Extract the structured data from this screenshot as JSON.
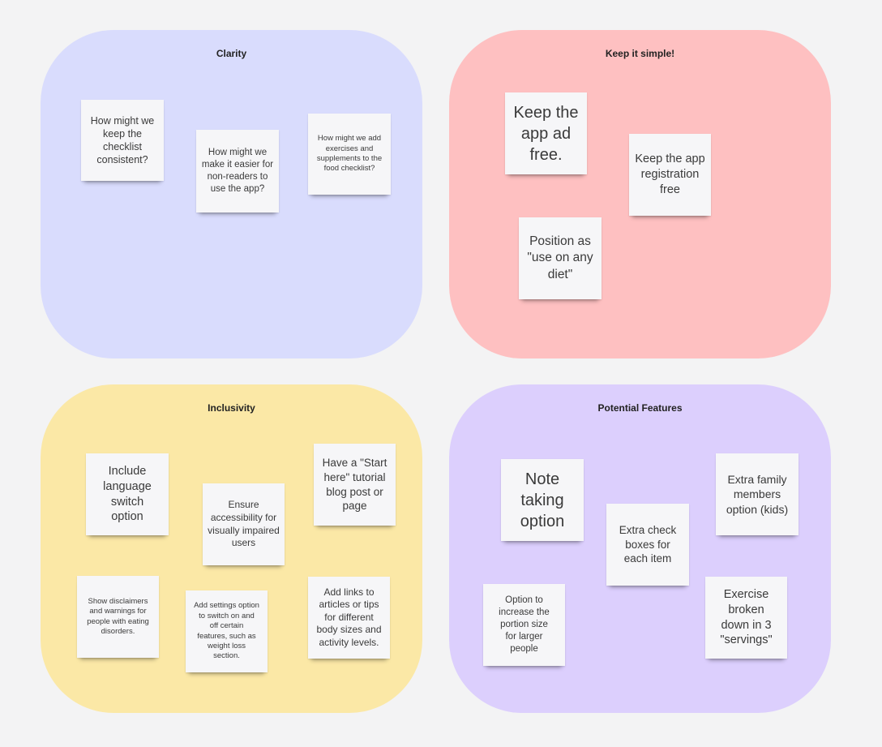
{
  "board": {
    "clusters": [
      {
        "id": "clarity",
        "title": "Clarity",
        "color": "#d9dcfd",
        "notes": [
          "How might we keep the checklist consistent?",
          "How might we make it easier for non-readers to use the app?",
          "How might we add exercises and supplements to the food checklist?"
        ]
      },
      {
        "id": "simple",
        "title": "Keep it simple!",
        "color": "#fec0c1",
        "notes": [
          "Keep the app ad free.",
          "Keep the app registration free",
          "Position as \"use on any diet\""
        ]
      },
      {
        "id": "inclusivity",
        "title": "Inclusivity",
        "color": "#fbe8a6",
        "notes": [
          "Include language switch option",
          "Ensure accessibility for visually impaired users",
          "Have a \"Start here\" tutorial blog post or page",
          "Show disclaimers and warnings for people with eating disorders.",
          "Add settings option to switch on and off certain features, such as weight loss section.",
          "Add links to articles or tips for different body sizes and activity levels."
        ]
      },
      {
        "id": "features",
        "title": "Potential Features",
        "color": "#dccffd",
        "notes": [
          "Note taking option",
          "Extra check boxes for each item",
          "Extra family members option (kids)",
          "Option to increase the portion size for larger people",
          "Exercise broken down in 3 \"servings\""
        ]
      }
    ]
  }
}
